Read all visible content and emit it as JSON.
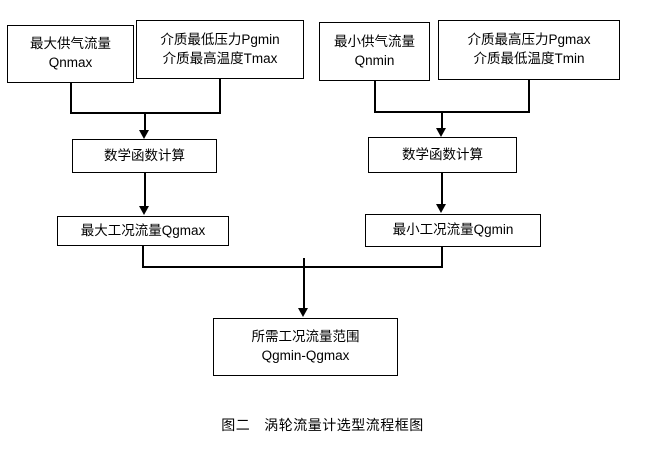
{
  "figure": {
    "caption_number": "图二",
    "caption_title": "涡轮流量计选型流程框图"
  },
  "diagram": {
    "type": "flowchart",
    "nodes": {
      "qnmax": {
        "line1": "最大供气流量",
        "line2": "Qnmax"
      },
      "pgmin": {
        "line1": "介质最低压力Pgmin",
        "line2": "介质最高温度Tmax"
      },
      "qnmin": {
        "line1": "最小供气流量",
        "line2": "Qnmin"
      },
      "pgmax": {
        "line1": "介质最高压力Pgmax",
        "line2": "介质最低温度Tmin"
      },
      "calc_left": {
        "line1": "数学函数计算"
      },
      "calc_right": {
        "line1": "数学函数计算"
      },
      "qgmax": {
        "line1": "最大工况流量Qgmax"
      },
      "qgmin": {
        "line1": "最小工况流量Qgmin"
      },
      "range": {
        "line1": "所需工况流量范围",
        "line2": "Qgmin-Qgmax"
      }
    },
    "edges": [
      {
        "from": "qnmax",
        "to": "calc_left",
        "style": "elbow-merge"
      },
      {
        "from": "pgmin",
        "to": "calc_left",
        "style": "elbow-merge"
      },
      {
        "from": "qnmin",
        "to": "calc_right",
        "style": "elbow-merge"
      },
      {
        "from": "pgmax",
        "to": "calc_right",
        "style": "elbow-merge"
      },
      {
        "from": "calc_left",
        "to": "qgmax",
        "style": "straight"
      },
      {
        "from": "calc_right",
        "to": "qgmin",
        "style": "straight"
      },
      {
        "from": "qgmax",
        "to": "range",
        "style": "elbow-merge"
      },
      {
        "from": "qgmin",
        "to": "range",
        "style": "elbow-merge"
      }
    ],
    "colors": {
      "stroke": "#000000",
      "fill": "#ffffff",
      "text": "#000000"
    }
  }
}
